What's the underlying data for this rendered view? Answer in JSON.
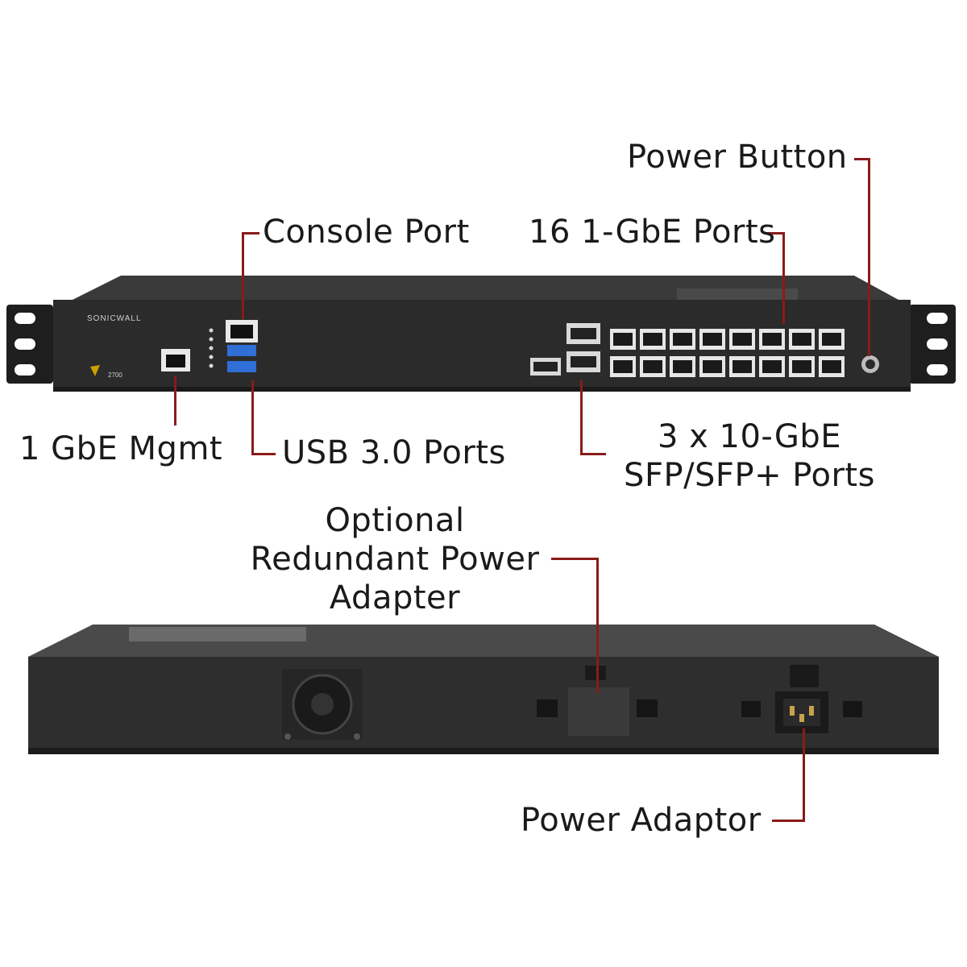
{
  "brand": {
    "name": "SONICWALL",
    "model": "2700"
  },
  "callouts": {
    "power_button": "Power Button",
    "console_port": "Console Port",
    "gbe_ports": "16 1-GbE Ports",
    "mgmt": "1 GbE Mgmt",
    "usb": "USB 3.0 Ports",
    "sfp_line1": "3 x 10-GbE",
    "sfp_line2": "SFP/SFP+ Ports",
    "rps_line1": "Optional",
    "rps_line2": "Redundant Power",
    "rps_line3": "Adapter",
    "power_adaptor": "Power Adaptor"
  },
  "colors": {
    "leader_line": "#8b1a1a",
    "chassis": "#2e2e2e",
    "text": "#1a1a1a"
  }
}
